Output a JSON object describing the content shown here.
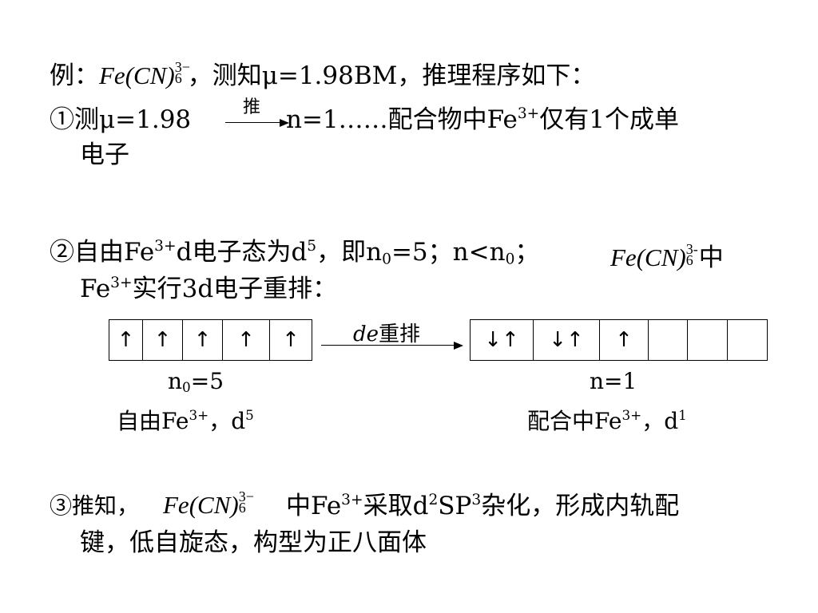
{
  "line1": {
    "prefix": "例：",
    "formula": {
      "main": "Fe(CN)",
      "charge": "3−",
      "count": "6"
    },
    "text": "，测知μ=1.98BM，推理程序如下："
  },
  "line2": {
    "num": "①测μ=1.98",
    "arrow_label": "推",
    "after": "n=1……配合物中Fe",
    "after_sup": "3+",
    "tail": "仅有1个成单",
    "cont": "电子"
  },
  "line3": {
    "part1": "②自由Fe",
    "part1_sup": "3+",
    "part2": "d电子态为d",
    "part2_sup": "5",
    "part3": "，即n",
    "part3_sub": "0",
    "part4": "=5；n<n",
    "part4_sub": "0",
    "part5": "；",
    "formula": {
      "main": "Fe(CN)",
      "charge": "3-",
      "count": "6"
    },
    "part6": "中",
    "cont1": "Fe",
    "cont1_sup": "3+",
    "cont2": "实行3d电子重排："
  },
  "diagram": {
    "left_cells": [
      "↑",
      "↑",
      "↑",
      "↑",
      "↑"
    ],
    "right_cells": [
      "↓↑",
      "↓↑",
      "↑",
      "",
      "",
      ""
    ],
    "arrow_label_italic": "de",
    "arrow_label": "重排",
    "left_label": "n",
    "left_label_sub": "0",
    "left_label_tail": "=5",
    "right_label": "n=1",
    "left_caption": "自由Fe",
    "left_caption_sup": "3+",
    "left_caption_tail": "，d",
    "left_caption_sup2": "5",
    "right_caption": "配合中Fe",
    "right_caption_sup": "3+",
    "right_caption_tail": "，d",
    "right_caption_sup2": "1"
  },
  "line4": {
    "prefix": "③推知，",
    "formula": {
      "main": "Fe(CN)",
      "charge": "3−",
      "count": "6"
    },
    "part1": "中Fe",
    "part1_sup": "3+",
    "part2": "采取d",
    "part2_sup": "2",
    "part3": "SP",
    "part3_sup": "3",
    "part4": "杂化，形成内轨配",
    "cont": "键，低自旋态，构型为正八面体"
  }
}
